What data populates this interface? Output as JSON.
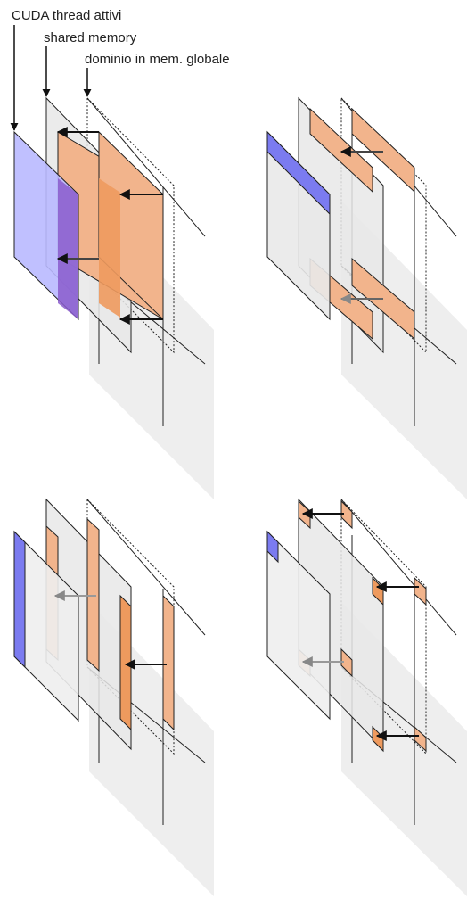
{
  "labels": {
    "cuda_threads": "CUDA thread attivi",
    "shared_memory": "shared memory",
    "global_domain": "dominio in mem. globale"
  },
  "colors": {
    "blue_fill": "#b9b9ff",
    "blue_strong": "#7b7bf0",
    "orange_fill": "#f2b48c",
    "orange_strong": "#ee9a5e",
    "gray_plane": "#e8e8e8",
    "shadow": "#efefef",
    "arrow_dark": "#111111",
    "arrow_gray": "#888888"
  }
}
